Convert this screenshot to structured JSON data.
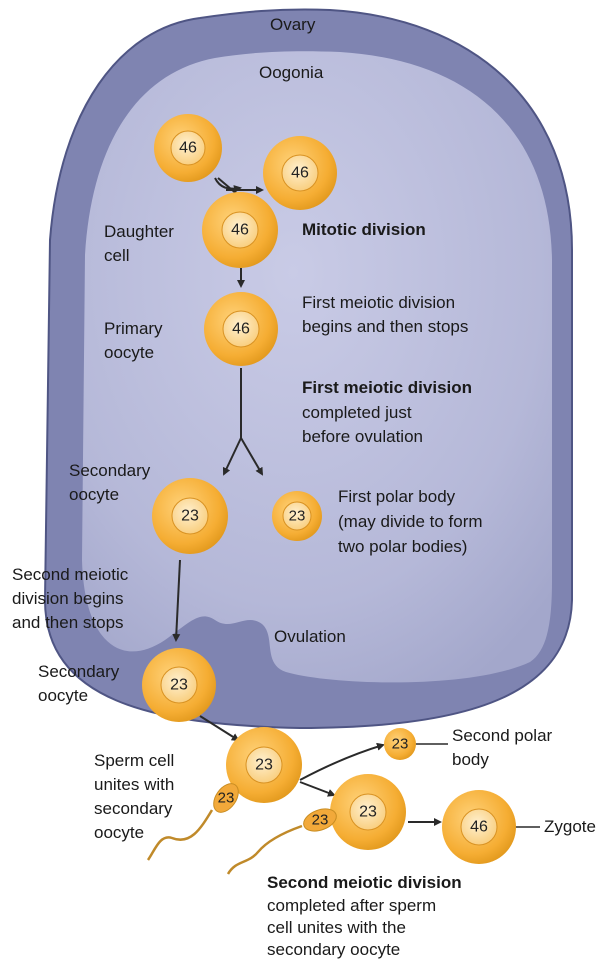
{
  "labels": {
    "ovary": "Ovary",
    "oogonia": "Oogonia",
    "daughter_cell": "Daughter\ncell",
    "mitotic_division": "Mitotic division",
    "primary_oocyte": "Primary\noocyte",
    "first_meiotic_begins": "First meiotic division\nbegins and then stops",
    "first_meiotic_title": "First meiotic division",
    "first_meiotic_completed": "completed just\nbefore ovulation",
    "secondary_oocyte_1": "Secondary\noocyte",
    "first_polar_body": "First polar body\n(may divide to form\ntwo polar bodies)",
    "second_meiotic_begins": "Second meiotic\ndivision begins\nand then stops",
    "ovulation": "Ovulation",
    "secondary_oocyte_2": "Secondary\noocyte",
    "sperm_unites": "Sperm cell\nunites with\nsecondary\noocyte",
    "second_polar_body": "Second polar\nbody",
    "zygote": "Zygote",
    "second_meiotic_title": "Second meiotic division",
    "second_meiotic_completed": "completed after sperm\ncell unites with the\nsecondary oocyte"
  },
  "chromosomes": {
    "oogonium": "46",
    "oogonium_daughter": "46",
    "daughter_cell": "46",
    "primary_oocyte": "46",
    "secondary_oocyte_1": "23",
    "first_polar_body": "23",
    "secondary_oocyte_2": "23",
    "secondary_oocyte_3": "23",
    "second_polar_body": "23",
    "fertilized_oocyte": "23",
    "sperm_1": "23",
    "sperm_2": "23",
    "zygote": "46"
  },
  "colors": {
    "ovary_fill": "#b9bcdc",
    "ovary_edge": "#5e6490",
    "cell_outer": "#f6b33e",
    "cell_inner": "#fbd48a",
    "arrow": "#2a2a2a"
  }
}
